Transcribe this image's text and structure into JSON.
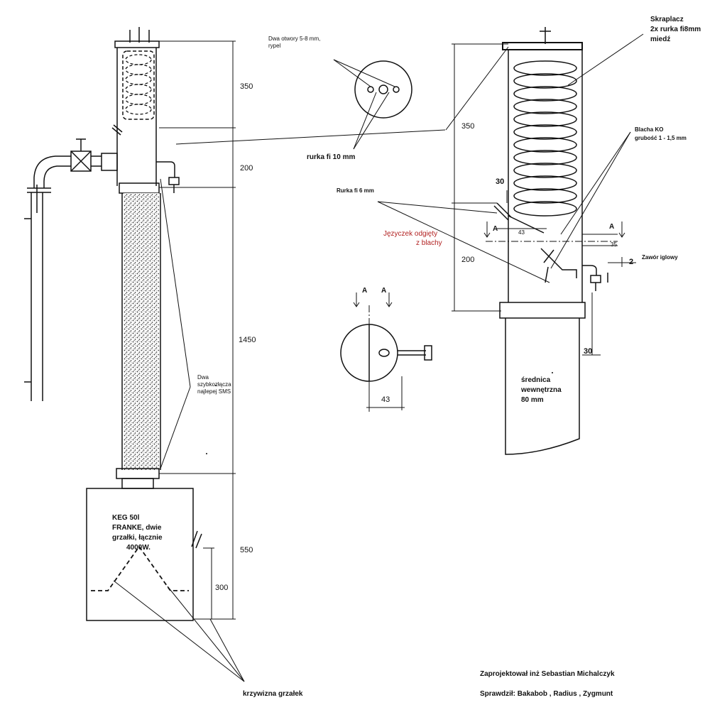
{
  "dims": {
    "d350_left": "350",
    "d200_left": "200",
    "d1450": "1450",
    "d550": "550",
    "d300": "300",
    "d350_right": "350",
    "d200_right": "200",
    "d30_top": "30",
    "d43_top": "43",
    "d35": "35",
    "d2": "2",
    "d30_bottom": "30",
    "d43_section": "43",
    "A1": "A",
    "A2": "A",
    "A3": "A",
    "A4": "A"
  },
  "labels": {
    "holes_line1": "Dwa otwory 5-8 mm,",
    "holes_line2": "rypel",
    "tube10": "rurka fi 10 mm",
    "condenser_line1": "Skraplacz",
    "condenser_line2": "2x rurka fi8mm",
    "condenser_line3": "miedź",
    "sheet_line1": "Blacha KO",
    "sheet_line2": "grubość 1 - 1,5 mm",
    "tube6": "Rurka fi 6 mm",
    "tongue_line1": "Języczek odgięty",
    "tongue_line2": "z blachy",
    "needle_valve": "Zawór iglowy",
    "inner_dia_line1": "średnica",
    "inner_dia_line2": "wewnętrzna",
    "inner_dia_line3": "80 mm",
    "quick_line1": "Dwa",
    "quick_line2": "szybkozłącza",
    "quick_line3": "najlepej SMS",
    "keg_line1": "KEG 50l",
    "keg_line2": "FRANKE, dwie",
    "keg_line3": "grzałki, łącznie",
    "keg_line4": "4000W.",
    "heater_curve": "krzywizna grzałek",
    "designer": "Zaprojektował inż Sebastian Michalczyk",
    "checked": "Sprawdził: Bakabob , Radius , Zygmunt"
  },
  "colors": {
    "ink": "#111111",
    "red_note": "#b22222",
    "packing": "#444444"
  }
}
